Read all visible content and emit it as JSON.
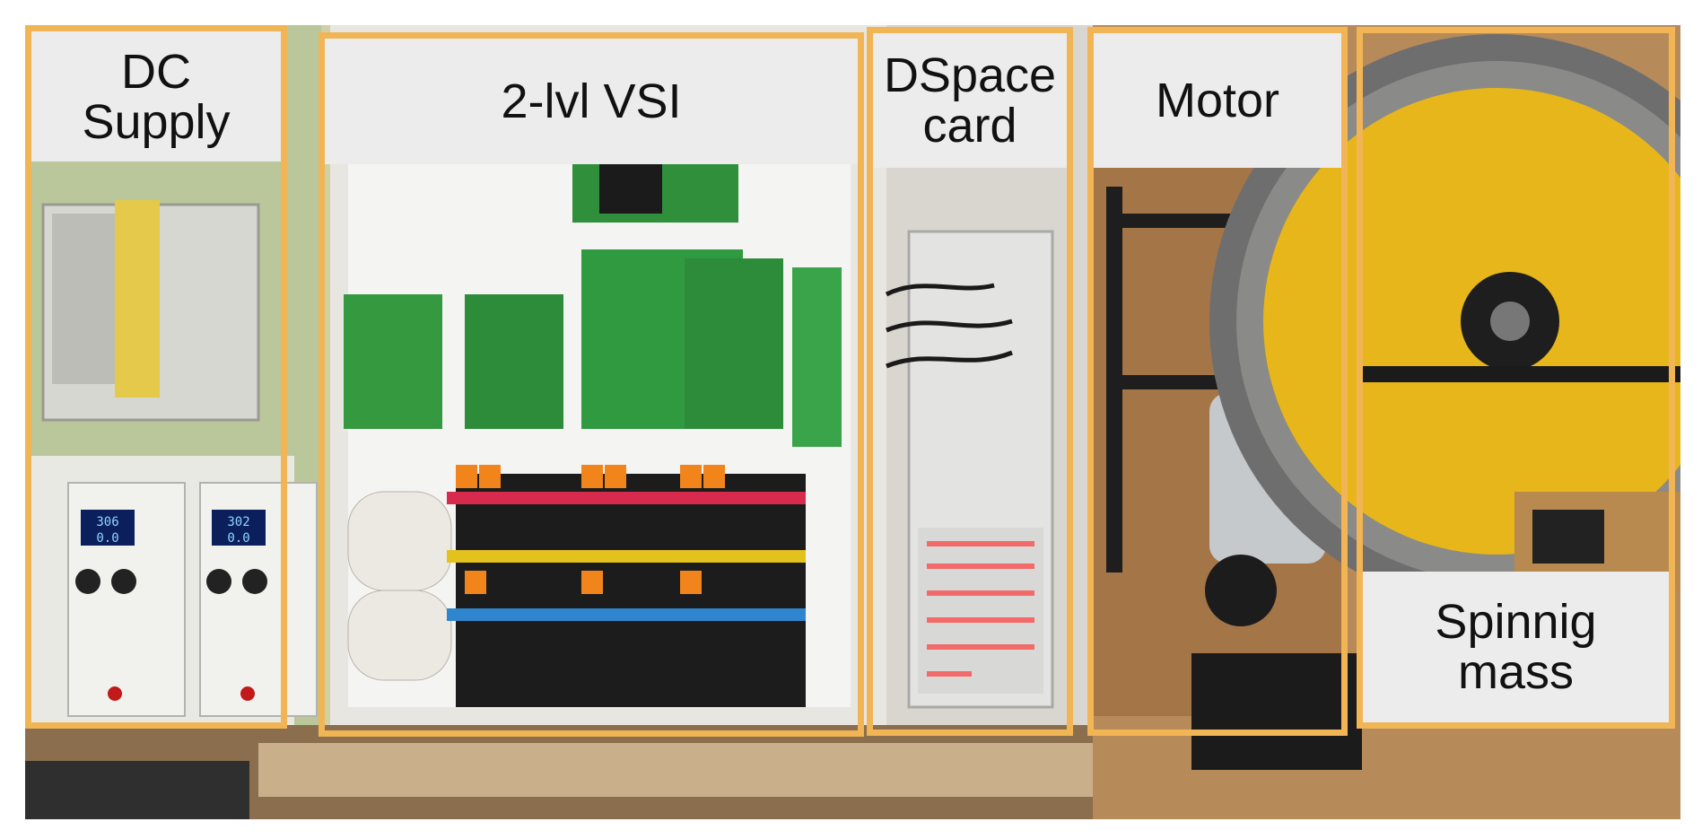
{
  "figure": {
    "accent_color": "#f2b556",
    "label_bg_color": "#ececec",
    "sections": [
      {
        "id": "dc-supply",
        "label": "DC\nSupply",
        "readouts": [
          "306",
          "0.0",
          "302",
          "0.0"
        ]
      },
      {
        "id": "vsi",
        "label": "2-lvl VSI"
      },
      {
        "id": "dspace",
        "label": "DSpace\ncard"
      },
      {
        "id": "motor",
        "label": "Motor"
      },
      {
        "id": "spinning-mass",
        "label": "Spinnig\nmass"
      }
    ]
  }
}
